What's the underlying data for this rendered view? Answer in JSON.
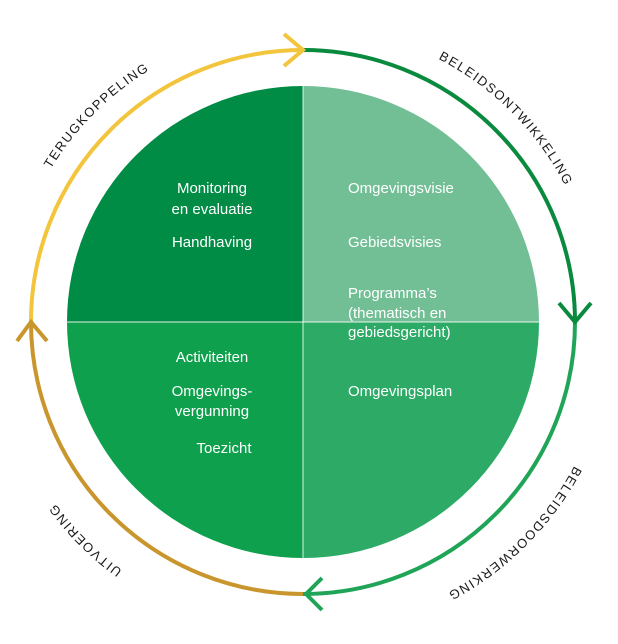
{
  "arc_labels": {
    "beleidsontwikkeling": "BELEIDSONTWIKKELING",
    "beleidsdoorwerking": "BELEIDSDOORWERKING",
    "uitvoering": "UITVOERING",
    "terugkoppeling": "TERUGKOPPELING"
  },
  "quadrants": {
    "top_left": {
      "line1": "Monitoring",
      "line2": "en evaluatie",
      "line3": "Handhaving"
    },
    "top_right": {
      "line1": "Omgevingsvisie",
      "line2": "Gebiedsvisies",
      "line3": "Programma’s",
      "line4": "(thematisch en",
      "line5": "gebiedsgericht)"
    },
    "bottom_left": {
      "line1": "Activiteiten",
      "line2": "Omgevings-",
      "line3": "vergunning",
      "line4": "Toezicht"
    },
    "bottom_right": {
      "line1": "Omgevingsplan"
    }
  },
  "colors": {
    "top_left": "#008c45",
    "top_right": "#72bf96",
    "bottom_left": "#0ea04c",
    "bottom_right": "#2dab66",
    "arc_beleidsontwikkeling": "#0a8a3e",
    "arc_beleidsdoorwerking": "#20a558",
    "arc_uitvoering": "#c8962c",
    "arc_terugkoppeling": "#f2c53d"
  }
}
